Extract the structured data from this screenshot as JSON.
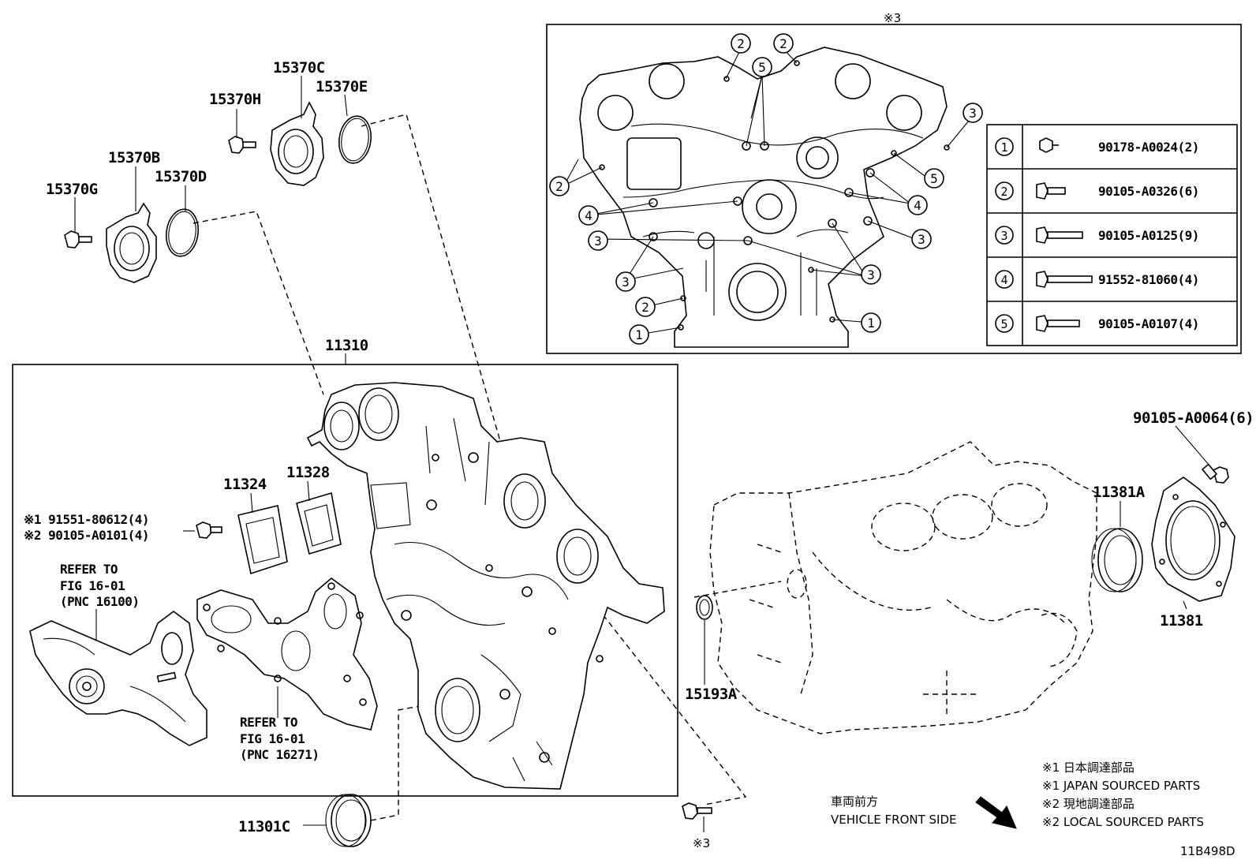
{
  "inset": {
    "ref_mark": "※3",
    "callouts": [
      "1",
      "2",
      "3",
      "4",
      "5"
    ],
    "legend": [
      {
        "num": "1",
        "part": "90178-A0024(2)",
        "icon": "nut-icon"
      },
      {
        "num": "2",
        "part": "90105-A0326(6)",
        "icon": "short-bolt-icon"
      },
      {
        "num": "3",
        "part": "90105-A0125(9)",
        "icon": "medium-bolt-icon"
      },
      {
        "num": "4",
        "part": "91552-81060(4)",
        "icon": "long-bolt-icon"
      },
      {
        "num": "5",
        "part": "90105-A0107(4)",
        "icon": "bolt-icon"
      }
    ]
  },
  "labels": {
    "p15370C": "15370C",
    "p15370E": "15370E",
    "p15370H": "15370H",
    "p15370B": "15370B",
    "p15370D": "15370D",
    "p15370G": "15370G",
    "p11310": "11310",
    "p11324": "11324",
    "p11328": "11328",
    "p11381A": "11381A",
    "p11381": "11381",
    "p15193A": "15193A",
    "p11301C": "11301C",
    "p90105A0064": "90105-A0064(6)",
    "bolt_note_1": "※1 91551-80612(4)",
    "bolt_note_2": "※2 90105-A0101(4)",
    "bottom_ref": "※3"
  },
  "refer_pump": [
    "REFER TO",
    "FIG 16-01",
    "(PNC 16100)"
  ],
  "refer_gasket": [
    "REFER TO",
    "FIG 16-01",
    "(PNC 16271)"
  ],
  "front": {
    "jp": "車両前方",
    "en": "VEHICLE FRONT SIDE"
  },
  "notes": [
    "※1 日本調達部品",
    "※1 JAPAN SOURCED PARTS",
    "※2 現地調達部品",
    "※2 LOCAL SOURCED PARTS"
  ],
  "figure_id": "11B498D"
}
